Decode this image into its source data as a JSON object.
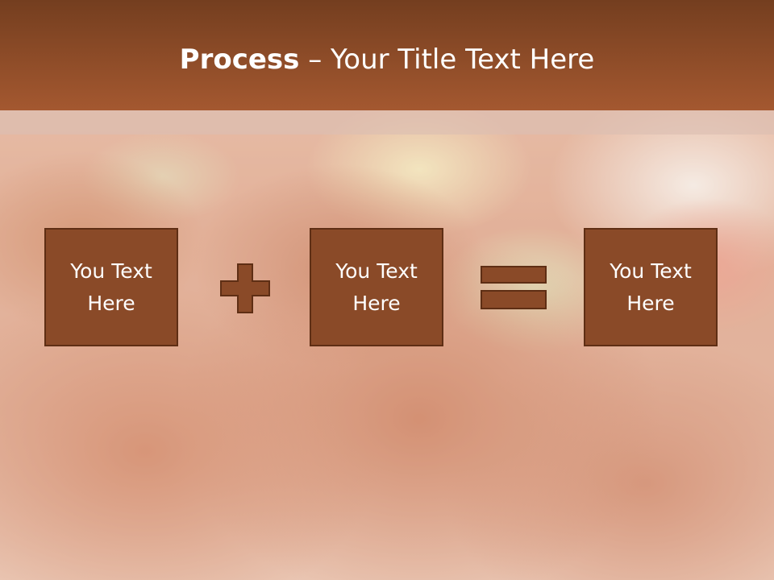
{
  "slide": {
    "title_bold": "Process",
    "title_separator": " – ",
    "title_rest": "Your Title Text Here"
  },
  "boxes": [
    {
      "line1": "You Text",
      "line2": "Here"
    },
    {
      "line1": "You Text",
      "line2": "Here"
    },
    {
      "line1": "You Text",
      "line2": "Here"
    }
  ],
  "operators": {
    "first": "plus-icon",
    "second": "equals-icon"
  },
  "colors": {
    "title_bar_top": "#743e1f",
    "title_bar_bottom": "#a45830",
    "box_fill": "#8a4a28",
    "box_border": "#5e2e14",
    "operator_fill": "#8a4a28"
  }
}
